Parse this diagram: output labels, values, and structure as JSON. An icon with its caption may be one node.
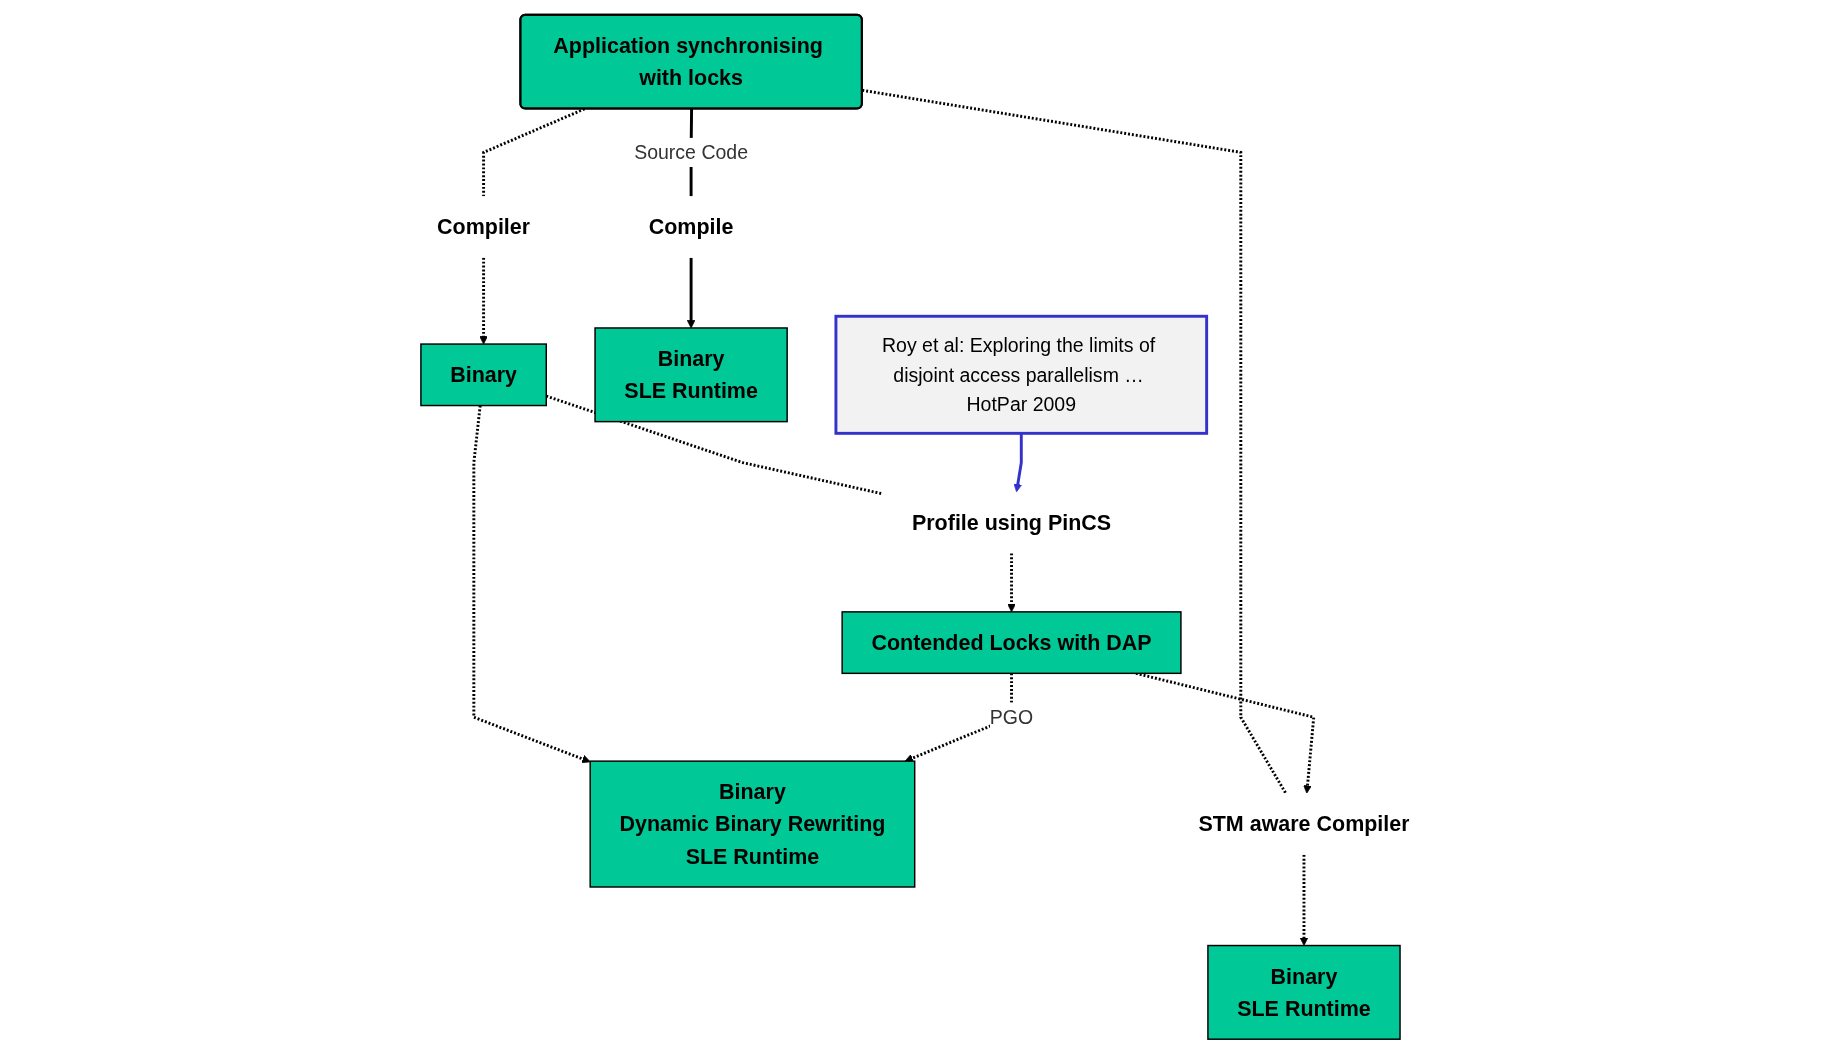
{
  "diagram": {
    "nodes": [
      {
        "text": [
          "Application synchronising with locks"
        ]
      },
      {
        "text": [
          "Roy et al: Exploring the limits of disjoint access parallelism … HotPar 2009"
        ]
      },
      {
        "text": [
          "Compile"
        ]
      },
      {
        "text": [
          "Binary",
          "SLE Runtime"
        ]
      },
      {
        "text": [
          "Profile using PinCS"
        ]
      },
      {
        "text": [
          "Contended Locks with DAP"
        ]
      },
      {
        "text": [
          "Compiler"
        ]
      },
      {
        "text": [
          "Binary"
        ]
      },
      {
        "text": [
          "Binary",
          "Dynamic Binary Rewriting",
          "SLE Runtime"
        ]
      },
      {
        "text": [
          "STM aware Compiler"
        ]
      },
      {
        "text": [
          "Binary",
          "SLE Runtime"
        ]
      }
    ],
    "edges": [
      {
        "from": 0,
        "to": 2,
        "arrow": "none",
        "label": "Source Code"
      },
      {
        "from": 2,
        "to": 3,
        "arrow": "to"
      },
      {
        "from": 0,
        "to": 6,
        "arrow": "none",
        "style": "dashed"
      },
      {
        "from": 6,
        "to": 7,
        "arrow": "to",
        "style": "dashed"
      },
      {
        "from": 7,
        "to": 4,
        "arrow": "none",
        "style": "dashed"
      },
      {
        "from": 7,
        "to": 8,
        "arrow": "to",
        "style": "dashed"
      },
      {
        "from": 1,
        "to": 4,
        "arrow": "to",
        "color": "#3333cc"
      },
      {
        "from": 4,
        "to": 5,
        "arrow": "to",
        "style": "dashed"
      },
      {
        "from": 0,
        "to": 9,
        "arrow": "none",
        "style": "dashed"
      },
      {
        "from": 9,
        "to": 10,
        "arrow": "to",
        "style": "dashed"
      },
      {
        "from": 5,
        "to": 8,
        "arrow": "to",
        "style": "dashed",
        "label": "PGO"
      },
      {
        "from": 5,
        "to": 9,
        "arrow": "to",
        "style": "dashed"
      }
    ]
  }
}
